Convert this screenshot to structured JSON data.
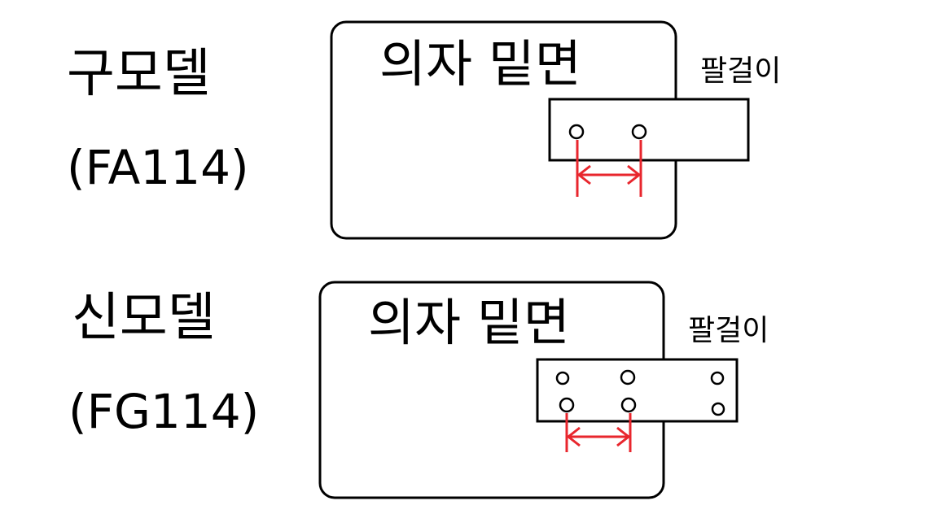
{
  "colors": {
    "stroke": "#000000",
    "measure": "#e8262d",
    "background": "#ffffff"
  },
  "old_model": {
    "name": "구모델",
    "code": "(FA114)",
    "seat_label": "의자 밑면",
    "armrest_label": "팔걸이",
    "holes": {
      "rows": 1,
      "columns": 2
    }
  },
  "new_model": {
    "name": "신모델",
    "code": "(FG114)",
    "seat_label": "의자 밑면",
    "armrest_label": "팔걸이",
    "holes": {
      "rows": 2,
      "columns": 3
    }
  }
}
